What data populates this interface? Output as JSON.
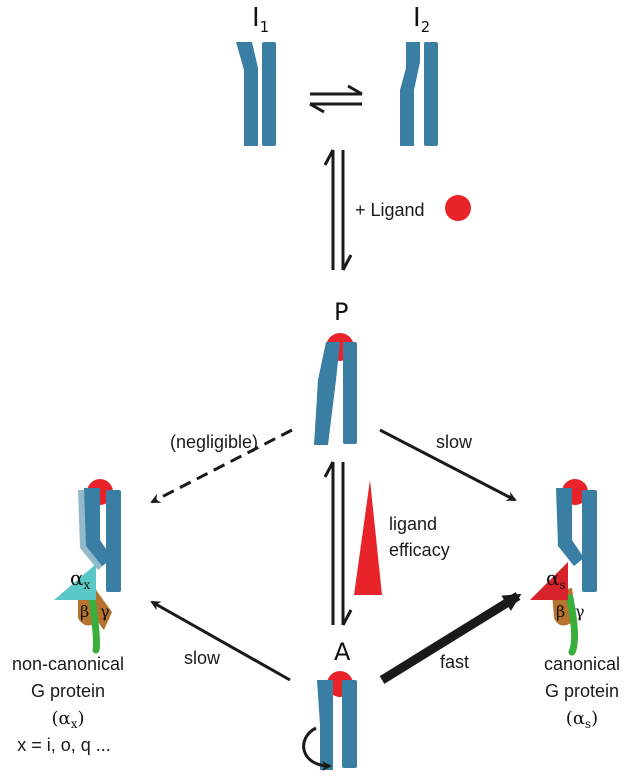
{
  "states": {
    "i1": {
      "main": "I",
      "sub": "1"
    },
    "i2": {
      "main": "I",
      "sub": "2"
    },
    "p": "P",
    "a": "A"
  },
  "labels": {
    "ligand": "+ Ligand",
    "negligible": "(negligible)",
    "slow_right": "slow",
    "slow_left": "slow",
    "fast": "fast",
    "ligand_efficacy_line1": "ligand",
    "ligand_efficacy_line2": "efficacy"
  },
  "left_gprotein": {
    "line1": "non-canonical",
    "line2": "G protein",
    "line3": {
      "pre": "(",
      "greek": "α",
      "sub": "x",
      "post": ")"
    },
    "line4": "x = i, o, q ...",
    "alpha": {
      "greek": "α",
      "sub": "x"
    },
    "beta": "β",
    "gamma": "γ"
  },
  "right_gprotein": {
    "line1": "canonical",
    "line2": "G protein",
    "line3": {
      "pre": "(",
      "greek": "α",
      "sub": "s",
      "post": ")"
    },
    "alpha": {
      "greek": "α",
      "sub": "s"
    },
    "beta": "β",
    "gamma": "γ"
  },
  "colors": {
    "receptor": "#3a7fa3",
    "ligand": "#e8232a",
    "alpha_x": "#5bc8c8",
    "alpha_s": "#d8232a",
    "beta": "#b5732f",
    "gamma": "#3aae3a",
    "arrow": "#1a1a1a"
  }
}
